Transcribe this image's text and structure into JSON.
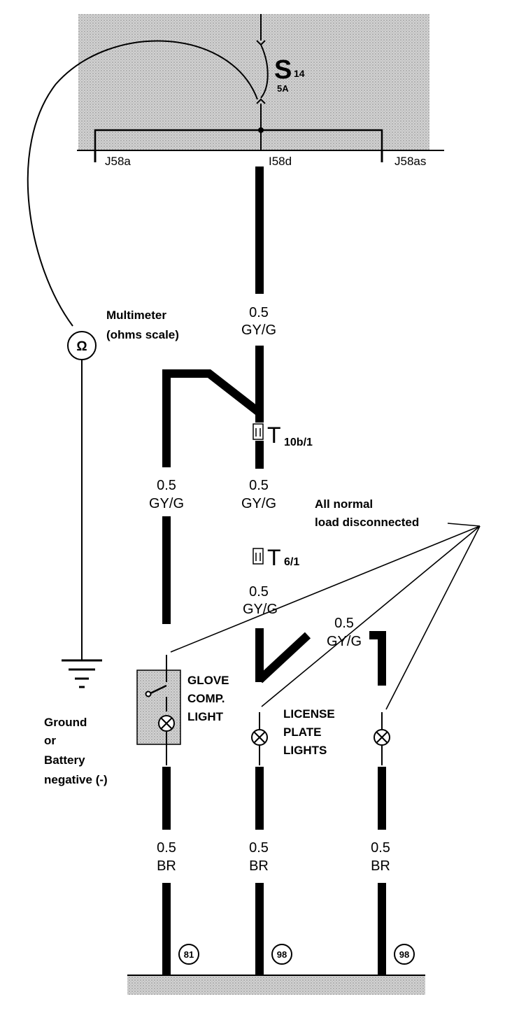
{
  "fuse": {
    "letter": "S",
    "number": "14",
    "rating": "5A"
  },
  "terminals": {
    "left": "J58a",
    "center": "I58d",
    "right": "J58as"
  },
  "multimeter": {
    "symbol": "Ω",
    "label_line1": "Multimeter",
    "label_line2": "(ohms scale)"
  },
  "ground_label": {
    "line1": "Ground",
    "line2": "or",
    "line3": "Battery",
    "line4": "negative (-)"
  },
  "wires": {
    "top": {
      "gauge": "0.5",
      "color": "GY/G"
    },
    "left_branch": {
      "gauge": "0.5",
      "color": "GY/G"
    },
    "center_branch": {
      "gauge": "0.5",
      "color": "GY/G"
    },
    "center_lower": {
      "gauge": "0.5",
      "color": "GY/G"
    },
    "right_branch": {
      "gauge": "0.5",
      "color": "GY/G"
    },
    "br_left": {
      "gauge": "0.5",
      "color": "BR"
    },
    "br_center": {
      "gauge": "0.5",
      "color": "BR"
    },
    "br_right": {
      "gauge": "0.5",
      "color": "BR"
    }
  },
  "connectors": {
    "t10": {
      "letter": "T",
      "sub": "10b/1"
    },
    "t6": {
      "letter": "T",
      "sub": "6/1"
    }
  },
  "note": {
    "line1": "All normal",
    "line2": "load disconnected"
  },
  "components": {
    "glove": {
      "line1": "GLOVE",
      "line2": "COMP.",
      "line3": "LIGHT"
    },
    "license": {
      "line1": "LICENSE",
      "line2": "PLATE",
      "line3": "LIGHTS"
    }
  },
  "ground_refs": {
    "left": "81",
    "center": "98",
    "right": "98"
  }
}
